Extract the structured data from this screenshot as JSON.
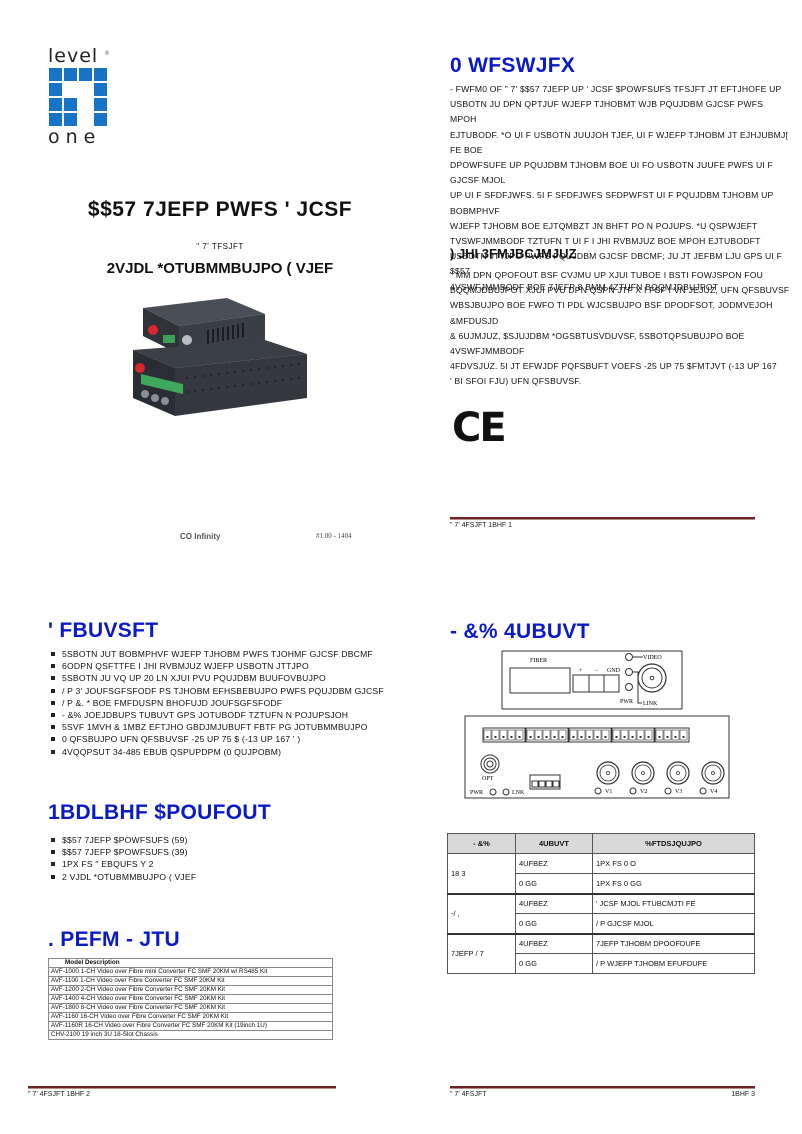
{
  "logo": {
    "top_word": "level",
    "bottom_word": "one",
    "registered": "®",
    "grid": [
      [
        1,
        1,
        1,
        1
      ],
      [
        1,
        0,
        0,
        1
      ],
      [
        1,
        1,
        0,
        1
      ],
      [
        1,
        1,
        0,
        1
      ]
    ],
    "color": "#1673c6"
  },
  "cover": {
    "title": "$$57 7JEFP PWFS ' JCSF",
    "subtitle": "\" 7'  TFSJFT",
    "guide": "2VJDL *OTUBMMBUJPO ( VJEF",
    "brand": "CO Infinity",
    "version": "#1.00 - 1404"
  },
  "overview": {
    "heading": "0 WFSWJFX",
    "lines": [
      "- FWFM0 OF \" 7'  $$57 7JEFP UP ' JCSF $POWFSUFS TFSJFT JT EFTJHOFE UP",
      "USBOTN JU DPN QPTJUF WJEFP TJHOBMT WJB PQUJDBM GJCSF PWFS MPOH",
      "EJTUBODF. *O UI F USBOTN JUUJOH TJEF, UI F WJEFP TJHOBM JT EJHJUBMJ[ FE BOE",
      "DPOWFSUFE UP PQUJDBM TJHOBM BOE UI FO USBOTN JUUFE PWFS UI F GJCSF MJOL",
      "UP UI F SFDFJWFS. 5I F SFDFJWFS SFDPWFST UI F PQUJDBM TJHOBM UP BOBMPHVF",
      "WJEFP TJHOBM BOE EJTQMBZT JN BHFT PO N POJUPS. *U QSPWJEFT",
      "TVSWFJMMBODF TZTUFN T UI F I JHI  RVBMJUZ BOE MPOH EJTUBODFT",
      "USBOTN JTTJPO PWFS PQUJDBM GJCSF DBCMF; JU JT JEFBM LJU GPS UI F $$57",
      "4VSWFJMMBODF BOE 7JEFP 8 BMM 4ZTUFN  BQQMJDBUJPOT"
    ]
  },
  "high_reliability": {
    "heading": ") JHI  3FMJBCJMJUZ",
    "lines": [
      "\" MM DPN QPOFOUT BSF CVJMU UP XJUI TUBOE I BSTI  FOWJSPON FOU",
      "BQQMJDBUJPOT XJUI PVU DPN QSPN JTF X I FSF I VN JEJUZ, UFN QFSBUVSF",
      "WBSJBUJPO BOE FWFO TI PDL WJCSBUJPO BSF DPODFSOT, JODMVEJOH &MFDUSJD",
      "& 6UJMJUZ, $SJUJDBM *OGSBTUSVDUVSF, 5SBOTQPSUBUJPO BOE 4VSWFJMMBODF",
      "4FDVSJUZ. 5I JT EFWJDF PQFSBUFT VOEFS -25 UP 75 $FMTJVT (-13 UP 167",
      "' BI SFOI FJU) UFN QFSBUVSF."
    ]
  },
  "ce_mark": "CE",
  "footers": {
    "page1": "\" 7'  4FSJFT  1BHF 1",
    "page2": "\" 7'  4FSJFT  1BHF 2",
    "page3_left": "\" 7'  4FSJFT",
    "page3_right": "1BHF 3"
  },
  "features": {
    "heading": "' FBUVSFT",
    "items": [
      "5SBOTN JUT BOBMPHVF WJEFP TJHOBM PWFS TJOHMF GJCSF DBCMF",
      "6ODPN QSFTTFE I JHI  RVBMJUZ WJEFP USBOTN JTTJPO",
      "5SBOTN JU VQ UP 20 LN  XJUI PVU PQUJDBM BUUFOVBUJPO",
      "/ P 3'  JOUFSGFSFODF PS TJHOBM EFHSBEBUJPO PWFS PQUJDBM GJCSF",
      "/ P &.  * BOE FMFDUSPN BHOFUJD JOUFSGFSFODF",
      "- &% JOEJDBUPS TUBUVT GPS JOTUBODF TZTUFN  N POJUPSJOH",
      "5SVF 1MVH & 1MBZ EFTJHO GBDJMJUBUFT FBTF PG JOTUBMMBUJPO",
      "0 QFSBUJPO UFN QFSBUVSF -25 UP 75 $ (-13 UP 167 ' )",
      "4VQQPSUT 34-485 EBUB QSPUPDPM (0 QUJPOBM)"
    ]
  },
  "package_contents": {
    "heading": "1BDLBHF $POUFOUT",
    "items": [
      "$$57 7JEFP $POWFSUFS (59)",
      "$$57 7JEFP $POWFSUFS (39)",
      "1PX FS \" EBQUFS Y 2",
      "2 VJDL *OTUBMMBUJPO ( VJEF"
    ]
  },
  "model_list": {
    "heading": ". PEFM - JTU",
    "header": "Model  Description",
    "rows": [
      "AVF-1000  1-CH Video over Fibre mini Converter FC SMF 20KM w/ RS485 Kit",
      "AVF-1100  1-CH Video over Fibre Converter FC SMF 20KM Kit",
      "AVF-1200  2-CH Video over Fibre Converter FC SMF 20KM Kit",
      "AVF-1400  4-CH Video over Fibre Converter FC SMF 20KM Kit",
      "AVF-1800  8-CH Video over Fibre Converter FC SMF 20KM Kit",
      "AVF-1160  16-CH Video over Fibre Converter FC SMF 20KM Kit",
      "AVF-1160R  16-CH Video over Fibre Converter FC SMF 20KM Kit (19inch 1U)",
      "CHV-2100  19 inch 3U 18-Slot Chassis"
    ]
  },
  "led_status": {
    "heading": "- &% 4UBUVT",
    "diagram_labels": {
      "fiber": "FIBER",
      "plus": "+",
      "minus": "−",
      "gnd": "GND",
      "video": "VIDEO",
      "pwr": "PWR",
      "link": "LINK",
      "opt": "OPT",
      "lnk": "LNK",
      "v1": "V1",
      "v2": "V2",
      "v3": "V3",
      "v4": "V4"
    },
    "table": {
      "headers": [
        "- &%",
        "4UBUVT",
        "%FTDSJQUJPO"
      ],
      "groups": [
        {
          "led": "18 3",
          "rows": [
            {
              "status": "4UFBEZ",
              "desc": "1PX FS 0 O"
            },
            {
              "status": "0 GG",
              "desc": "1PX FS 0 GG"
            }
          ]
        },
        {
          "led": "-/ ,",
          "rows": [
            {
              "status": "4UFBEZ",
              "desc": "' JCSF MJOL FTUBCMJTI FE"
            },
            {
              "status": "0 GG",
              "desc": "/ P GJCSF MJOL"
            }
          ]
        },
        {
          "led": "7JEFP / 7",
          "rows": [
            {
              "status": "4UFBEZ",
              "desc": "7JEFP TJHOBM DPOOFDUFE"
            },
            {
              "status": "0 GG",
              "desc": "/ P WJEFP TJHOBM EFUFDUFE"
            }
          ]
        }
      ]
    }
  }
}
